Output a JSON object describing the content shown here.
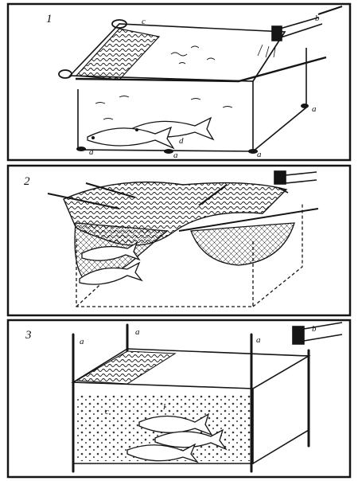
{
  "colors": {
    "ink": "#151515",
    "paper": "#ffffff"
  },
  "panels": [
    {
      "number": "1",
      "labels": {
        "c": "c",
        "b": "b",
        "a1": "a",
        "a2": "a",
        "a3": "a",
        "a4": "a",
        "d": "d"
      }
    },
    {
      "number": "2",
      "labels": {}
    },
    {
      "number": "3",
      "labels": {
        "a1": "a",
        "a2": "a",
        "a3": "a",
        "b": "b",
        "c": "c",
        "l": "l"
      }
    }
  ]
}
